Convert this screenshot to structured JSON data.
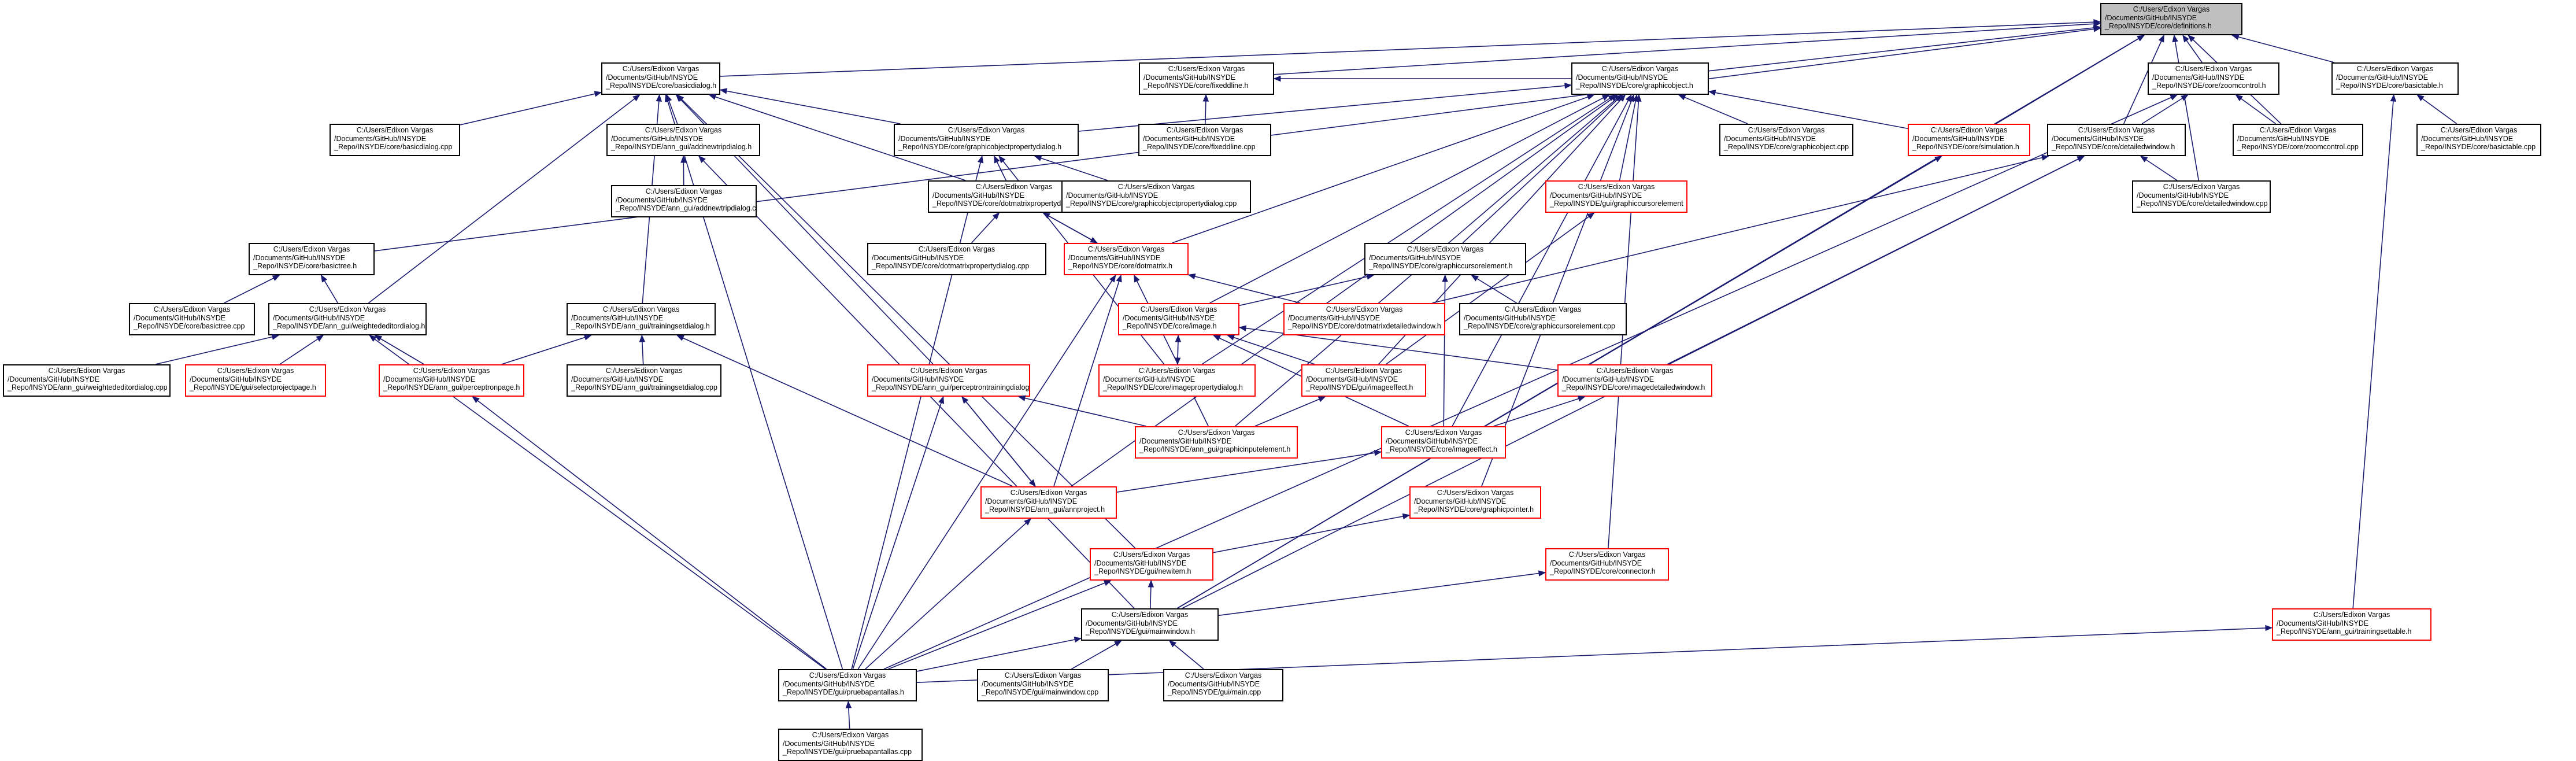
{
  "nodes": [
    {
      "id": "definitions_h",
      "lines": [
        "C:/Users/Edixon Vargas",
        "/Documents/GitHub/INSYDE",
        "_Repo/INSYDE/core/definitions.h"
      ],
      "style": "root"
    },
    {
      "id": "basicdialog_h",
      "lines": [
        "C:/Users/Edixon Vargas",
        "/Documents/GitHub/INSYDE",
        "_Repo/INSYDE/core/basicdialog.h"
      ],
      "style": "black"
    },
    {
      "id": "fixeddline_h",
      "lines": [
        "C:/Users/Edixon Vargas",
        "/Documents/GitHub/INSYDE",
        "_Repo/INSYDE/core/fixeddline.h"
      ],
      "style": "black"
    },
    {
      "id": "graphicobject_h",
      "lines": [
        "C:/Users/Edixon Vargas",
        "/Documents/GitHub/INSYDE",
        "_Repo/INSYDE/core/graphicobject.h"
      ],
      "style": "black"
    },
    {
      "id": "zoomcontrol_h",
      "lines": [
        "C:/Users/Edixon Vargas",
        "/Documents/GitHub/INSYDE",
        "_Repo/INSYDE/core/zoomcontrol.h"
      ],
      "style": "black"
    },
    {
      "id": "basictable_h",
      "lines": [
        "C:/Users/Edixon Vargas",
        "/Documents/GitHub/INSYDE",
        "_Repo/INSYDE/core/basictable.h"
      ],
      "style": "black"
    },
    {
      "id": "basicdialog_cpp",
      "lines": [
        "C:/Users/Edixon Vargas",
        "/Documents/GitHub/INSYDE",
        "_Repo/INSYDE/core/basicdialog.cpp"
      ],
      "style": "black"
    },
    {
      "id": "addnewtripdialog_h",
      "lines": [
        "C:/Users/Edixon Vargas",
        "/Documents/GitHub/INSYDE",
        "_Repo/INSYDE/ann_gui/addnewtripdialog.h"
      ],
      "style": "black"
    },
    {
      "id": "graphicobjectpropertydialog_h",
      "lines": [
        "C:/Users/Edixon Vargas",
        "/Documents/GitHub/INSYDE",
        "_Repo/INSYDE/core/graphicobjectpropertydialog.h"
      ],
      "style": "black"
    },
    {
      "id": "fixeddline_cpp",
      "lines": [
        "C:/Users/Edixon Vargas",
        "/Documents/GitHub/INSYDE",
        "_Repo/INSYDE/core/fixeddline.cpp"
      ],
      "style": "black"
    },
    {
      "id": "graphicobject_cpp",
      "lines": [
        "C:/Users/Edixon Vargas",
        "/Documents/GitHub/INSYDE",
        "_Repo/INSYDE/core/graphicobject.cpp"
      ],
      "style": "black"
    },
    {
      "id": "simulation_h",
      "lines": [
        "C:/Users/Edixon Vargas",
        "/Documents/GitHub/INSYDE",
        "_Repo/INSYDE/core/simulation.h"
      ],
      "style": "red"
    },
    {
      "id": "detailedwindow_h",
      "lines": [
        "C:/Users/Edixon Vargas",
        "/Documents/GitHub/INSYDE",
        "_Repo/INSYDE/core/detailedwindow.h"
      ],
      "style": "black"
    },
    {
      "id": "zoomcontrol_cpp",
      "lines": [
        "C:/Users/Edixon Vargas",
        "/Documents/GitHub/INSYDE",
        "_Repo/INSYDE/core/zoomcontrol.cpp"
      ],
      "style": "black"
    },
    {
      "id": "basictable_cpp",
      "lines": [
        "C:/Users/Edixon Vargas",
        "/Documents/GitHub/INSYDE",
        "_Repo/INSYDE/core/basictable.cpp"
      ],
      "style": "black"
    },
    {
      "id": "addnewtripdialog_cpp",
      "lines": [
        "C:/Users/Edixon Vargas",
        "/Documents/GitHub/INSYDE",
        "_Repo/INSYDE/ann_gui/addnewtripdialog.cpp"
      ],
      "style": "black"
    },
    {
      "id": "dotmatrixpropertydialog_h",
      "lines": [
        "C:/Users/Edixon Vargas",
        "/Documents/GitHub/INSYDE",
        "_Repo/INSYDE/core/dotmatrixpropertydialog.h"
      ],
      "style": "black"
    },
    {
      "id": "graphicobjectpropertydialog_cpp",
      "lines": [
        "C:/Users/Edixon Vargas",
        "/Documents/GitHub/INSYDE",
        "_Repo/INSYDE/core/graphicobjectpropertydialog.cpp"
      ],
      "style": "black"
    },
    {
      "id": "graphiccursorelement_gui",
      "lines": [
        "C:/Users/Edixon Vargas",
        "/Documents/GitHub/INSYDE",
        "_Repo/INSYDE/gui/graphiccursorelement"
      ],
      "style": "red"
    },
    {
      "id": "detailedwindow_cpp",
      "lines": [
        "C:/Users/Edixon Vargas",
        "/Documents/GitHub/INSYDE",
        "_Repo/INSYDE/core/detailedwindow.cpp"
      ],
      "style": "black"
    },
    {
      "id": "basictree_h",
      "lines": [
        "C:/Users/Edixon Vargas",
        "/Documents/GitHub/INSYDE",
        "_Repo/INSYDE/core/basictree.h"
      ],
      "style": "black"
    },
    {
      "id": "dotmatrixpropertydialog_cpp",
      "lines": [
        "C:/Users/Edixon Vargas",
        "/Documents/GitHub/INSYDE",
        "_Repo/INSYDE/core/dotmatrixpropertydialog.cpp"
      ],
      "style": "black"
    },
    {
      "id": "dotmatrix_h",
      "lines": [
        "C:/Users/Edixon Vargas",
        "/Documents/GitHub/INSYDE",
        "_Repo/INSYDE/core/dotmatrix.h"
      ],
      "style": "red"
    },
    {
      "id": "graphiccursorelement_h",
      "lines": [
        "C:/Users/Edixon Vargas",
        "/Documents/GitHub/INSYDE",
        "_Repo/INSYDE/core/graphiccursorelement.h"
      ],
      "style": "black"
    },
    {
      "id": "basictree_cpp",
      "lines": [
        "C:/Users/Edixon Vargas",
        "/Documents/GitHub/INSYDE",
        "_Repo/INSYDE/core/basictree.cpp"
      ],
      "style": "black"
    },
    {
      "id": "weightededitordialog_h",
      "lines": [
        "C:/Users/Edixon Vargas",
        "/Documents/GitHub/INSYDE",
        "_Repo/INSYDE/ann_gui/weightededitordialog.h"
      ],
      "style": "black"
    },
    {
      "id": "trainingsetdialog_h",
      "lines": [
        "C:/Users/Edixon Vargas",
        "/Documents/GitHub/INSYDE",
        "_Repo/INSYDE/ann_gui/trainingsetdialog.h"
      ],
      "style": "black"
    },
    {
      "id": "dotmatrixdetailedwindow_h",
      "lines": [
        "C:/Users/Edixon Vargas",
        "/Documents/GitHub/INSYDE",
        "_Repo/INSYDE/core/dotmatrixdetailedwindow.h"
      ],
      "style": "red"
    },
    {
      "id": "graphiccursorelement_cpp",
      "lines": [
        "C:/Users/Edixon Vargas",
        "/Documents/GitHub/INSYDE",
        "_Repo/INSYDE/core/graphiccursorelement.cpp"
      ],
      "style": "black"
    },
    {
      "id": "image_h",
      "lines": [
        "C:/Users/Edixon Vargas",
        "/Documents/GitHub/INSYDE",
        "_Repo/INSYDE/core/image.h"
      ],
      "style": "red"
    },
    {
      "id": "weightededitordialog_cpp",
      "lines": [
        "C:/Users/Edixon Vargas",
        "/Documents/GitHub/INSYDE",
        "_Repo/INSYDE/ann_gui/weightededitordialog.cpp"
      ],
      "style": "black"
    },
    {
      "id": "selectprojectpage_h",
      "lines": [
        "C:/Users/Edixon Vargas",
        "/Documents/GitHub/INSYDE",
        "_Repo/INSYDE/gui/selectprojectpage.h"
      ],
      "style": "red"
    },
    {
      "id": "perceptronpage_h",
      "lines": [
        "C:/Users/Edixon Vargas",
        "/Documents/GitHub/INSYDE",
        "_Repo/INSYDE/ann_gui/perceptronpage.h"
      ],
      "style": "red"
    },
    {
      "id": "trainingsetdialog_cpp",
      "lines": [
        "C:/Users/Edixon Vargas",
        "/Documents/GitHub/INSYDE",
        "_Repo/INSYDE/ann_gui/trainingsetdialog.cpp"
      ],
      "style": "black"
    },
    {
      "id": "perceptrontrainingdialog_h",
      "lines": [
        "C:/Users/Edixon Vargas",
        "/Documents/GitHub/INSYDE",
        "_Repo/INSYDE/ann_gui/perceptrontrainingdialog.h"
      ],
      "style": "red"
    },
    {
      "id": "imagepropertydialog_h",
      "lines": [
        "C:/Users/Edixon Vargas",
        "/Documents/GitHub/INSYDE",
        "_Repo/INSYDE/core/imagepropertydialog.h"
      ],
      "style": "red"
    },
    {
      "id": "imageeffect_gui",
      "lines": [
        "C:/Users/Edixon Vargas",
        "/Documents/GitHub/INSYDE",
        "_Repo/INSYDE/gui/imageeffect.h"
      ],
      "style": "red"
    },
    {
      "id": "imagedetailedwindow_h",
      "lines": [
        "C:/Users/Edixon Vargas",
        "/Documents/GitHub/INSYDE",
        "_Repo/INSYDE/core/imagedetailedwindow.h"
      ],
      "style": "red"
    },
    {
      "id": "graphicinputelement_h",
      "lines": [
        "C:/Users/Edixon Vargas",
        "/Documents/GitHub/INSYDE",
        "_Repo/INSYDE/ann_gui/graphicinputelement.h"
      ],
      "style": "red"
    },
    {
      "id": "imageeffect_core",
      "lines": [
        "C:/Users/Edixon Vargas",
        "/Documents/GitHub/INSYDE",
        "_Repo/INSYDE/core/imageeffect.h"
      ],
      "style": "red"
    },
    {
      "id": "annproject_h",
      "lines": [
        "C:/Users/Edixon Vargas",
        "/Documents/GitHub/INSYDE",
        "_Repo/INSYDE/ann_gui/annproject.h"
      ],
      "style": "red"
    },
    {
      "id": "graphicpointer_h",
      "lines": [
        "C:/Users/Edixon Vargas",
        "/Documents/GitHub/INSYDE",
        "_Repo/INSYDE/core/graphicpointer.h"
      ],
      "style": "red"
    },
    {
      "id": "newitem_h",
      "lines": [
        "C:/Users/Edixon Vargas",
        "/Documents/GitHub/INSYDE",
        "_Repo/INSYDE/gui/newitem.h"
      ],
      "style": "red"
    },
    {
      "id": "connector_h",
      "lines": [
        "C:/Users/Edixon Vargas",
        "/Documents/GitHub/INSYDE",
        "_Repo/INSYDE/core/connector.h"
      ],
      "style": "red"
    },
    {
      "id": "mainwindow_h",
      "lines": [
        "C:/Users/Edixon Vargas",
        "/Documents/GitHub/INSYDE",
        "_Repo/INSYDE/gui/mainwindow.h"
      ],
      "style": "black"
    },
    {
      "id": "trainingsettable_h",
      "lines": [
        "C:/Users/Edixon Vargas",
        "/Documents/GitHub/INSYDE",
        "_Repo/INSYDE/ann_gui/trainingsettable.h"
      ],
      "style": "red"
    },
    {
      "id": "pruebapantallas_h",
      "lines": [
        "C:/Users/Edixon Vargas",
        "/Documents/GitHub/INSYDE",
        "_Repo/INSYDE/gui/pruebapantallas.h"
      ],
      "style": "black"
    },
    {
      "id": "mainwindow_cpp",
      "lines": [
        "C:/Users/Edixon Vargas",
        "/Documents/GitHub/INSYDE",
        "_Repo/INSYDE/gui/mainwindow.cpp"
      ],
      "style": "black"
    },
    {
      "id": "main_cpp",
      "lines": [
        "C:/Users/Edixon Vargas",
        "/Documents/GitHub/INSYDE",
        "_Repo/INSYDE/gui/main.cpp"
      ],
      "style": "black"
    },
    {
      "id": "pruebapantallas_cpp",
      "lines": [
        "C:/Users/Edixon Vargas",
        "/Documents/GitHub/INSYDE",
        "_Repo/INSYDE/gui/pruebapantallas.cpp"
      ],
      "style": "black"
    }
  ],
  "edges": [
    [
      "definitions_h",
      "basicdialog_h"
    ],
    [
      "definitions_h",
      "fixeddline_h"
    ],
    [
      "definitions_h",
      "graphicobject_h"
    ],
    [
      "definitions_h",
      "zoomcontrol_h"
    ],
    [
      "definitions_h",
      "basictable_h"
    ],
    [
      "definitions_h",
      "basictree_h"
    ],
    [
      "definitions_h",
      "detailedwindow_h"
    ],
    [
      "definitions_h",
      "simulation_h"
    ],
    [
      "definitions_h",
      "zoomcontrol_cpp"
    ],
    [
      "definitions_h",
      "mainwindow_h"
    ],
    [
      "definitions_h",
      "detailedwindow_cpp"
    ],
    [
      "basicdialog_h",
      "basicdialog_cpp"
    ],
    [
      "basicdialog_h",
      "addnewtripdialog_h"
    ],
    [
      "basicdialog_h",
      "graphicobjectpropertydialog_h"
    ],
    [
      "basicdialog_h",
      "weightededitordialog_h"
    ],
    [
      "basicdialog_h",
      "trainingsetdialog_h"
    ],
    [
      "basicdialog_h",
      "perceptrontrainingdialog_h"
    ],
    [
      "basicdialog_h",
      "dotmatrixpropertydialog_h"
    ],
    [
      "basicdialog_h",
      "newitem_h"
    ],
    [
      "basicdialog_h",
      "pruebapantallas_h"
    ],
    [
      "fixeddline_h",
      "fixeddline_cpp"
    ],
    [
      "fixeddline_h",
      "graphicobject_h"
    ],
    [
      "graphicobject_h",
      "graphicobjectpropertydialog_h"
    ],
    [
      "graphicobject_h",
      "graphicobject_cpp"
    ],
    [
      "graphicobject_h",
      "simulation_h"
    ],
    [
      "graphicobject_h",
      "graphiccursorelement_gui"
    ],
    [
      "graphicobject_h",
      "graphiccursorelement_h"
    ],
    [
      "graphicobject_h",
      "dotmatrix_h"
    ],
    [
      "graphicobject_h",
      "image_h"
    ],
    [
      "graphicobject_h",
      "imagepropertydialog_h"
    ],
    [
      "graphicobject_h",
      "imageeffect_gui"
    ],
    [
      "graphicobject_h",
      "graphicinputelement_h"
    ],
    [
      "graphicobject_h",
      "imageeffect_core"
    ],
    [
      "graphicobject_h",
      "graphicpointer_h"
    ],
    [
      "graphicobject_h",
      "connector_h"
    ],
    [
      "graphicobject_h",
      "annproject_h"
    ],
    [
      "zoomcontrol_h",
      "zoomcontrol_cpp"
    ],
    [
      "zoomcontrol_h",
      "detailedwindow_h"
    ],
    [
      "zoomcontrol_h",
      "pruebapantallas_h"
    ],
    [
      "basictable_h",
      "basictable_cpp"
    ],
    [
      "basictable_h",
      "trainingsettable_h"
    ],
    [
      "addnewtripdialog_h",
      "addnewtripdialog_cpp"
    ],
    [
      "addnewtripdialog_h",
      "mainwindow_h"
    ],
    [
      "graphicobjectpropertydialog_h",
      "graphicobjectpropertydialog_cpp"
    ],
    [
      "graphicobjectpropertydialog_h",
      "dotmatrixpropertydialog_h"
    ],
    [
      "graphicobjectpropertydialog_h",
      "imagepropertydialog_h"
    ],
    [
      "graphicobjectpropertydialog_h",
      "pruebapantallas_h"
    ],
    [
      "simulation_h",
      "mainwindow_h"
    ],
    [
      "detailedwindow_h",
      "detailedwindow_cpp"
    ],
    [
      "detailedwindow_h",
      "dotmatrixdetailedwindow_h"
    ],
    [
      "detailedwindow_h",
      "imagedetailedwindow_h"
    ],
    [
      "detailedwindow_h",
      "mainwindow_h"
    ],
    [
      "dotmatrixpropertydialog_h",
      "dotmatrixpropertydialog_cpp"
    ],
    [
      "dotmatrixpropertydialog_h",
      "dotmatrix_h"
    ],
    [
      "dotmatrix_h",
      "dotmatrixpropertydialog_h"
    ],
    [
      "dotmatrix_h",
      "dotmatrixdetailedwindow_h"
    ],
    [
      "dotmatrix_h",
      "annproject_h"
    ],
    [
      "dotmatrix_h",
      "graphicinputelement_h"
    ],
    [
      "dotmatrix_h",
      "pruebapantallas_h"
    ],
    [
      "graphiccursorelement_gui",
      "imageeffect_gui"
    ],
    [
      "graphiccursorelement_h",
      "graphiccursorelement_cpp"
    ],
    [
      "graphiccursorelement_h",
      "image_h"
    ],
    [
      "graphiccursorelement_h",
      "imageeffect_core"
    ],
    [
      "basictree_h",
      "basictree_cpp"
    ],
    [
      "basictree_h",
      "weightededitordialog_h"
    ],
    [
      "weightededitordialog_h",
      "weightededitordialog_cpp"
    ],
    [
      "weightededitordialog_h",
      "selectprojectpage_h"
    ],
    [
      "weightededitordialog_h",
      "perceptronpage_h"
    ],
    [
      "weightededitordialog_h",
      "pruebapantallas_h"
    ],
    [
      "trainingsetdialog_h",
      "trainingsetdialog_cpp"
    ],
    [
      "trainingsetdialog_h",
      "perceptronpage_h"
    ],
    [
      "trainingsetdialog_h",
      "annproject_h"
    ],
    [
      "image_h",
      "imagepropertydialog_h"
    ],
    [
      "image_h",
      "imageeffect_gui"
    ],
    [
      "image_h",
      "imagedetailedwindow_h"
    ],
    [
      "image_h",
      "imageeffect_core"
    ],
    [
      "imagepropertydialog_h",
      "image_h"
    ],
    [
      "perceptrontrainingdialog_h",
      "graphicinputelement_h"
    ],
    [
      "perceptrontrainingdialog_h",
      "annproject_h"
    ],
    [
      "perceptrontrainingdialog_h",
      "pruebapantallas_h"
    ],
    [
      "annproject_h",
      "perceptrontrainingdialog_h"
    ],
    [
      "annproject_h",
      "pruebapantallas_h"
    ],
    [
      "imageeffect_gui",
      "graphicinputelement_h"
    ],
    [
      "imagedetailedwindow_h",
      "imageeffect_core"
    ],
    [
      "imageeffect_core",
      "annproject_h"
    ],
    [
      "graphicpointer_h",
      "newitem_h"
    ],
    [
      "connector_h",
      "mainwindow_h"
    ],
    [
      "newitem_h",
      "mainwindow_h"
    ],
    [
      "newitem_h",
      "pruebapantallas_h"
    ],
    [
      "mainwindow_h",
      "mainwindow_cpp"
    ],
    [
      "mainwindow_h",
      "main_cpp"
    ],
    [
      "mainwindow_h",
      "pruebapantallas_h"
    ],
    [
      "perceptronpage_h",
      "pruebapantallas_h"
    ],
    [
      "trainingsettable_h",
      "pruebapantallas_h"
    ],
    [
      "pruebapantallas_h",
      "pruebapantallas_cpp"
    ]
  ],
  "colors": {
    "root_fill": "#bfbfbf",
    "node_border": "#000000",
    "red_border": "#ff0000",
    "edge_color": "#191970",
    "background": "#ffffff"
  }
}
